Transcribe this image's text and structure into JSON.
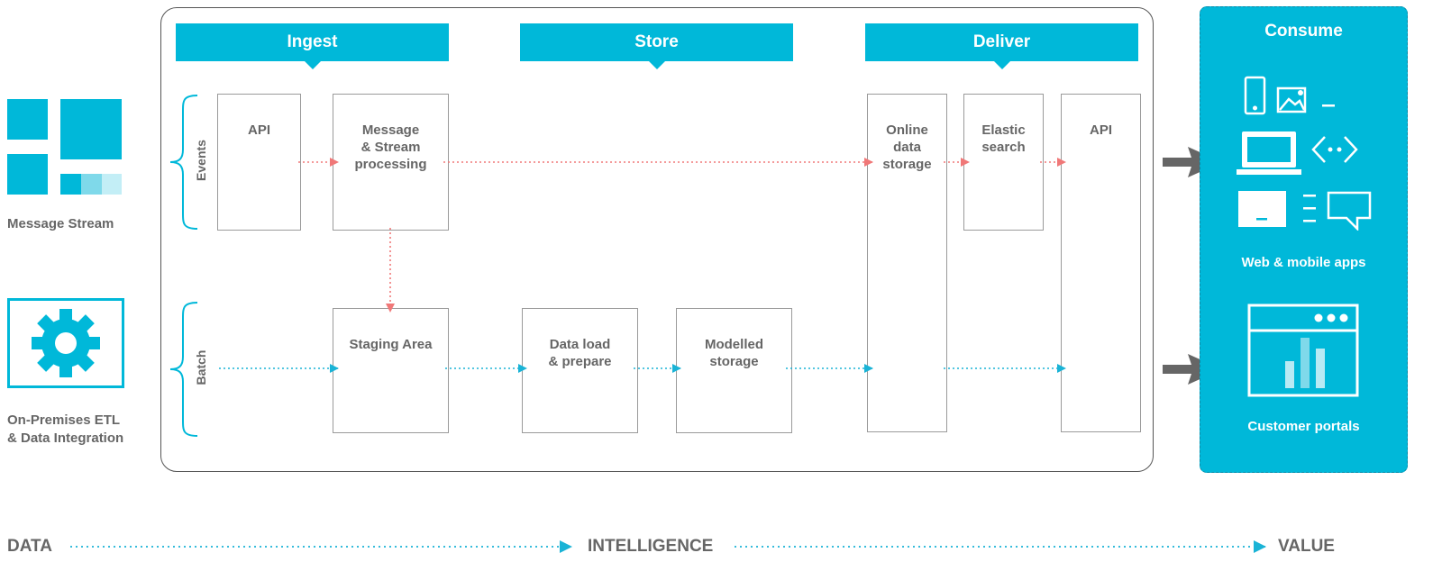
{
  "sections": {
    "ingest": "Ingest",
    "store": "Store",
    "deliver": "Deliver",
    "consume": "Consume"
  },
  "rows": {
    "events": "Events",
    "batch": "Batch"
  },
  "sources": {
    "message_stream": "Message Stream",
    "etl_line1": "On-Premises ETL",
    "etl_line2": "& Data Integration"
  },
  "boxes": {
    "api_in": "API",
    "msg_line1": "Message",
    "msg_line2": "& Stream",
    "msg_line3": "processing",
    "staging": "Staging Area",
    "dataload_line1": "Data load",
    "dataload_line2": "& prepare",
    "modelled_line1": "Modelled",
    "modelled_line2": "storage",
    "online_line1": "Online",
    "online_line2": "data",
    "online_line3": "storage",
    "elastic_line1": "Elastic",
    "elastic_line2": "search",
    "api_out": "API"
  },
  "consumers": {
    "web_mobile": "Web & mobile apps",
    "portals": "Customer portals"
  },
  "bottom": {
    "data": "DATA",
    "intelligence": "INTELLIGENCE",
    "value": "VALUE"
  },
  "colors": {
    "accent": "#00b8d9",
    "event_arrow": "#f07878",
    "batch_arrow": "#1ab3d6",
    "box_border": "#9a9a9a",
    "text": "#666666"
  },
  "icons": {
    "message_stream": "tiles-icon",
    "etl": "gear-icon",
    "web_mobile": "devices-icon",
    "portals": "dashboard-icon"
  }
}
